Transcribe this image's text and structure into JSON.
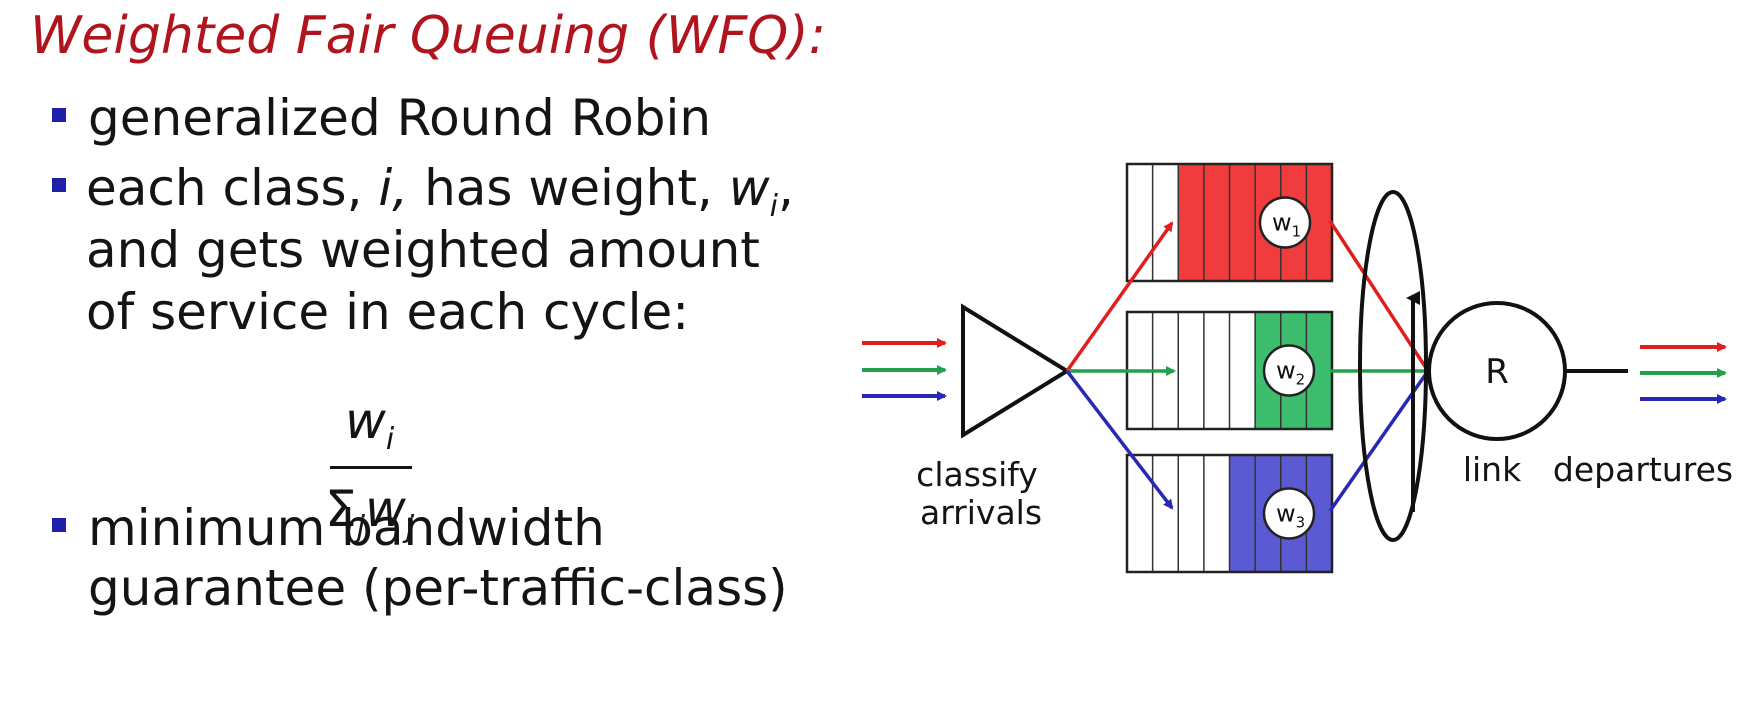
{
  "title": "Weighted Fair Queuing (WFQ):",
  "bullets": {
    "b1": "generalized Round Robin",
    "b2_pre": "each class, ",
    "b2_i": "i,",
    "b2_mid": " has weight, ",
    "b2_w": "w",
    "b2_sub": "i",
    "b2_end": ",",
    "b2_line2": "and gets weighted amount",
    "b2_line3": "of service in each cycle:",
    "b3_line1": "minimum bandwidth",
    "b3_line2": "guarantee (per-traffic-class)"
  },
  "formula": {
    "num_var": "w",
    "num_sub": "i",
    "den_sigma": "Σ",
    "den_sigma_sub": "j",
    "den_var": "w",
    "den_var_sub": "j"
  },
  "diagram": {
    "label_classify": "classify",
    "label_arrivals": "arrivals",
    "label_link": "link",
    "label_departures": "departures",
    "link_rate": "R",
    "queues": [
      {
        "weight": "w",
        "weight_sub": "1",
        "color": "#f03c3c",
        "filled": 6
      },
      {
        "weight": "w",
        "weight_sub": "2",
        "color": "#3cbe6e",
        "filled": 3
      },
      {
        "weight": "w",
        "weight_sub": "3",
        "color": "#5a5ad2",
        "filled": 4
      }
    ],
    "flow_colors": {
      "red": "#e01e1e",
      "green": "#23a04b",
      "blue": "#2828b4"
    }
  }
}
